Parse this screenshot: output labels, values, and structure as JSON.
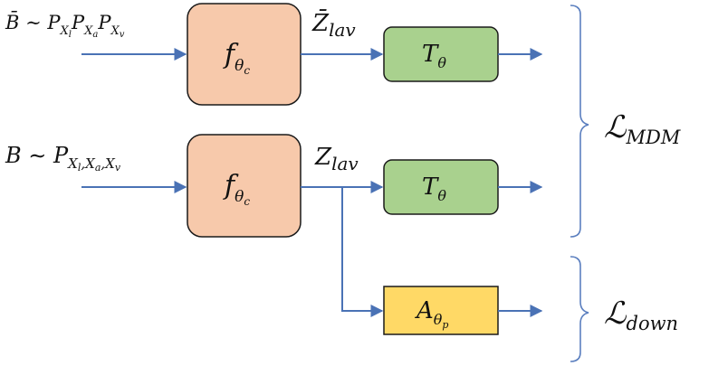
{
  "diagram": {
    "rows": {
      "top": {
        "input_label": {
          "head": "B̄ ∼ P",
          "s1": "X",
          "s1sub": "l",
          "s2": "P",
          "s2sub": "X",
          "s2subsub": "a",
          "s3": "P",
          "s3sub": "X",
          "s3subsub": "v"
        },
        "encoder_label": {
          "main": "f",
          "sub": "θ",
          "subsub": "c"
        },
        "latent_label": {
          "bar": "Z̄",
          "sub": "lav"
        },
        "head_label": {
          "main": "T",
          "sub": "θ"
        }
      },
      "bottom": {
        "input_label": {
          "head": "B ∼ P",
          "sub": "X",
          "subsub1": "l",
          "mid1": ",X",
          "subsub2": "a",
          "mid2": ",X",
          "subsub3": "v"
        },
        "encoder_label": {
          "main": "f",
          "sub": "θ",
          "subsub": "c"
        },
        "latent_label": {
          "main": "Z",
          "sub": "lav"
        },
        "head_label": {
          "main": "T",
          "sub": "θ"
        },
        "downstream_label": {
          "main": "A",
          "sub": "θ",
          "subsub": "p"
        }
      }
    },
    "losses": {
      "mdm": {
        "main": "ℒ",
        "sub": "MDM"
      },
      "down": {
        "main": "ℒ",
        "sub": "down"
      }
    },
    "colors": {
      "encoder_fill": "#f7c9ab",
      "head_fill": "#a9d18e",
      "downstream_fill": "#ffd966",
      "arrow": "#4a72b5",
      "box_stroke": "#1a1a1a"
    }
  }
}
